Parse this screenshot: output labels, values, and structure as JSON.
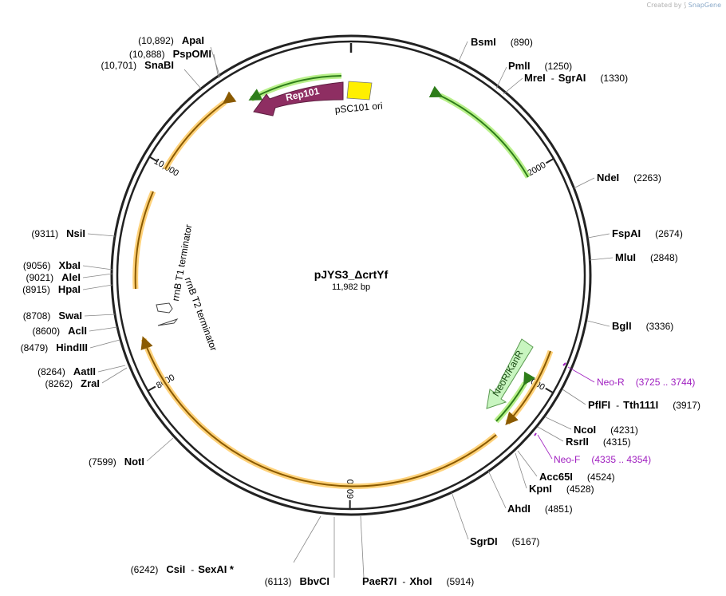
{
  "credit": {
    "prefix": "Created by",
    "brand": "SnapGene"
  },
  "plasmid": {
    "name": "pJYS3_ΔcrtYf",
    "size": "11,982 bp",
    "length": 11982
  },
  "ticks": [
    {
      "pos": 2000,
      "label": "2000"
    },
    {
      "pos": 4000,
      "label": "4000"
    },
    {
      "pos": 6000,
      "label": "6000"
    },
    {
      "pos": 8000,
      "label": "8000"
    },
    {
      "pos": 10000,
      "label": "10,000"
    }
  ],
  "sites": [
    {
      "name": "BsmI",
      "pos": "(890)"
    },
    {
      "name": "PmlI",
      "pos": "(1250)"
    },
    {
      "name": "MreI",
      "name2": "SgrAI",
      "pos": "(1330)"
    },
    {
      "name": "NdeI",
      "pos": "(2263)"
    },
    {
      "name": "FspAI",
      "pos": "(2674)"
    },
    {
      "name": "MluI",
      "pos": "(2848)"
    },
    {
      "name": "BglI",
      "pos": "(3336)"
    },
    {
      "name": "PflFI",
      "name2": "Tth111I",
      "pos": "(3917)"
    },
    {
      "name": "NcoI",
      "pos": "(4231)"
    },
    {
      "name": "RsrII",
      "pos": "(4315)"
    },
    {
      "name": "Acc65I",
      "pos": "(4524)"
    },
    {
      "name": "KpnI",
      "pos": "(4528)"
    },
    {
      "name": "AhdI",
      "pos": "(4851)"
    },
    {
      "name": "SgrDI",
      "pos": "(5167)"
    },
    {
      "name": "PaeR7I",
      "name2": "XhoI",
      "pos": "(5914)"
    },
    {
      "name": "BbvCI",
      "pos": "(6113)"
    },
    {
      "name": "CsiI",
      "name2": "SexAI *",
      "pos": "(6242)"
    },
    {
      "name": "NotI",
      "pos": "(7599)"
    },
    {
      "name": "ZraI",
      "pos": "(8262)"
    },
    {
      "name": "AatII",
      "pos": "(8264)"
    },
    {
      "name": "HindIII",
      "pos": "(8479)"
    },
    {
      "name": "AclI",
      "pos": "(8600)"
    },
    {
      "name": "SwaI",
      "pos": "(8708)"
    },
    {
      "name": "HpaI",
      "pos": "(8915)"
    },
    {
      "name": "AleI",
      "pos": "(9021)"
    },
    {
      "name": "XbaI",
      "pos": "(9056)"
    },
    {
      "name": "NsiI",
      "pos": "(9311)"
    },
    {
      "name": "SnaBI",
      "pos": "(10,701)"
    },
    {
      "name": "PspOMI",
      "pos": "(10,888)"
    },
    {
      "name": "ApaI",
      "pos": "(10,892)"
    }
  ],
  "primers": [
    {
      "name": "Neo-R",
      "range": "(3725 .. 3744)"
    },
    {
      "name": "Neo-F",
      "range": "(4335 .. 4354)"
    }
  ],
  "features": {
    "rep101": "Rep101",
    "ori": "pSC101 ori",
    "neor": "NeoR/KanR",
    "t1": "rrnB T1 terminator",
    "t2": "rrnB T2 terminator"
  },
  "colors": {
    "backbone": "#222222",
    "rep101": "#8e2e62",
    "ori": "#ffef00",
    "green_arc": "#2e7d1a",
    "green_glow": "#b8f08a",
    "orange_arc": "#8a5a00",
    "orange_glow": "#ffd27a",
    "neor": "#c8f5c0",
    "primer": "#a020c0"
  }
}
